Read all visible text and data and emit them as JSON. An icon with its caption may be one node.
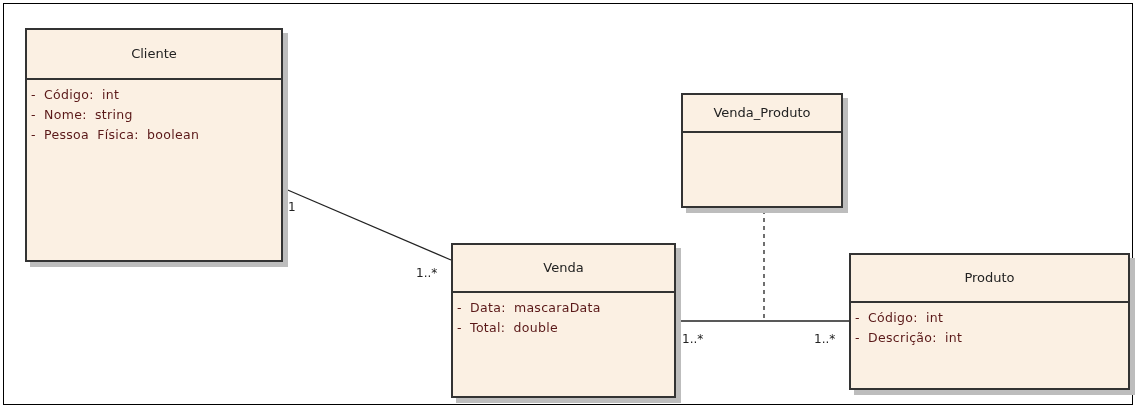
{
  "diagram": {
    "nodes": [
      {
        "text": [
          "Cliente",
          "- Código: int",
          "- Nome: string",
          "- Pessoa Física: boolean"
        ]
      },
      {
        "text": [
          "Venda",
          "- Data: mascaraData",
          "- Total: double"
        ]
      },
      {
        "text": [
          "Venda_Produto"
        ]
      },
      {
        "text": [
          "Produto",
          "- Código: int",
          "- Descrição: int"
        ]
      }
    ],
    "edges": [
      {
        "from": 0,
        "to": 1,
        "arrow": "none"
      },
      {
        "from": 1,
        "to": 3,
        "arrow": "none"
      },
      {
        "from": 2,
        "to": null,
        "arrow": "none",
        "style": "dashed"
      }
    ],
    "labels": [
      "1",
      "1..*",
      "1..*",
      "1..*"
    ]
  }
}
